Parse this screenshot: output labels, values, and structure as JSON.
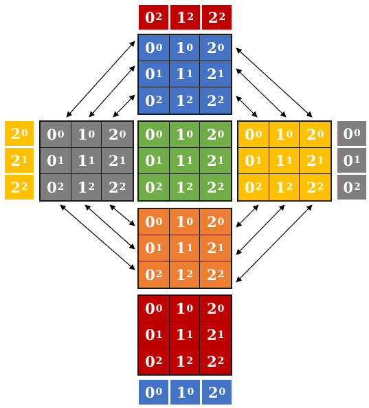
{
  "grid_labels": [
    [
      "0",
      "0"
    ],
    [
      "1",
      "0"
    ],
    [
      "2",
      "0"
    ],
    [
      "0",
      "1"
    ],
    [
      "1",
      "1"
    ],
    [
      "2",
      "1"
    ],
    [
      "0",
      "2"
    ],
    [
      "1",
      "2"
    ],
    [
      "2",
      "2"
    ]
  ],
  "strips": {
    "top": [
      [
        "0",
        "2"
      ],
      [
        "1",
        "2"
      ],
      [
        "2",
        "2"
      ]
    ],
    "bottom": [
      [
        "0",
        "0"
      ],
      [
        "1",
        "0"
      ],
      [
        "2",
        "0"
      ]
    ],
    "left": [
      [
        "2",
        "0"
      ],
      [
        "2",
        "1"
      ],
      [
        "2",
        "2"
      ]
    ],
    "right": [
      [
        "0",
        "0"
      ],
      [
        "0",
        "1"
      ],
      [
        "0",
        "2"
      ]
    ]
  },
  "colors": {
    "blue": "#4472C4",
    "gray": "#7F7F7F",
    "green": "#70AD47",
    "yellow": "#FFC000",
    "orange": "#ED7D31",
    "red": "#C00000",
    "border": "#1a1a1a",
    "arrow": "#000000"
  }
}
